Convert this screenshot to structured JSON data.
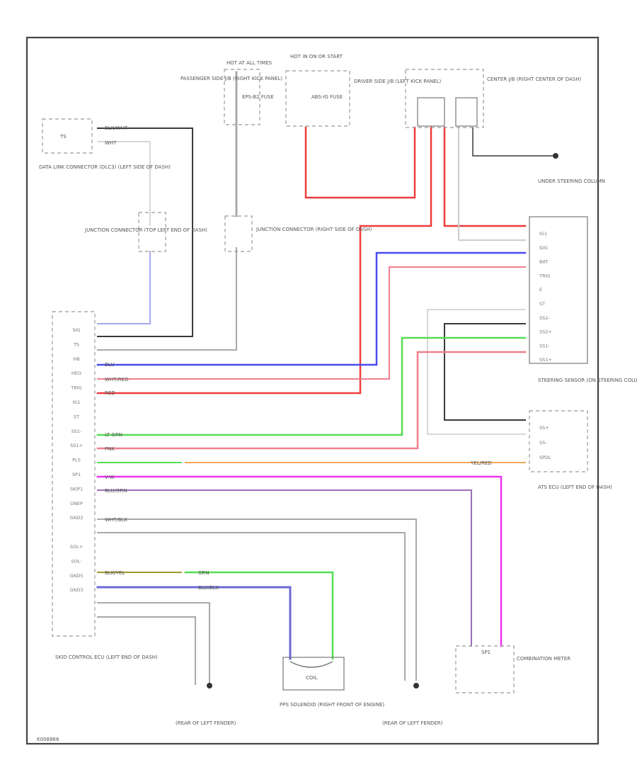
{
  "colors": {
    "red": "#ef3b3b",
    "pink": "#f07f8c",
    "blue": "#4a4af0",
    "lavender": "#a8a8f0",
    "black": "#3a3a3a",
    "gray": "#a9a9a9",
    "light_gray": "#cccccc",
    "green": "#55dd55",
    "orange": "#f2a85c",
    "magenta": "#ee33ee",
    "violet": "#9a6fb4",
    "purple": "#6a6ad6"
  },
  "labels": {
    "hot_at_times": "HOT AT ALL TIMES",
    "hot_in_on": "HOT IN ON OR START",
    "passenger_jb": "PASSENGER SIDE J/B (RIGHT KICK PANEL)",
    "epb_fuse": "EPS-B2 FUSE",
    "abs_fuse": "ABS-IG FUSE",
    "driver_jb": "DRIVER SIDE J/B (LEFT KICK PANEL)",
    "center_jb": "CENTER J/B (RIGHT CENTER OF DASH)",
    "dlc": "DATA LINK CONNECTOR (DLC3) (LEFT SIDE OF DASH)",
    "dlc_ts": "TS",
    "junction_left": "JUNCTION CONNECTOR (TOP LEFT END OF DASH)",
    "junction_right": "JUNCTION CONNECTOR (RIGHT SIDE OF DASH)",
    "under_column": "UNDER STEERING COLUMN",
    "steering_sensor": "STEERING SENSOR (ON STEERING COLUMN)",
    "ats_ecu": "ATS ECU (LEFT END OF DASH)",
    "skid_ecu": "SKID CONTROL ECU (LEFT END OF DASH)",
    "ground_left": "(REAR OF LEFT FENDER)",
    "solenoid": "PPS SOLENOID (RIGHT FRONT OF ENGINE)",
    "solenoid_coil": "COIL",
    "ground_right": "(REAR OF LEFT FENDER)",
    "meter": "COMBINATION METER",
    "meter_pin": "SP1",
    "doc_id": "K008868"
  },
  "skid_pins": [
    "SIG",
    "TS",
    "HB",
    "HEO",
    "TRIG",
    "IG1",
    "ST",
    "SS1-",
    "SS1+",
    "PLS",
    "SP1",
    "SKIP1",
    "GNEP",
    "GND2",
    "",
    "SOL+",
    "SOL-",
    "GND5",
    "GND3"
  ],
  "column_pins": [
    "IG1",
    "IDG",
    "BAT",
    "TRIG",
    "E",
    "ST",
    "SS2-",
    "SS2+",
    "SS1-",
    "SS1+"
  ],
  "ats_pins": [
    "SS+",
    "SS-",
    "SPDL"
  ],
  "wires": {
    "ts": "BLK/WHT",
    "white": "WHT",
    "red": "RED",
    "blue": "BLU",
    "wht_red": "WHT/RED",
    "lt_grn": "LT GRN",
    "pink": "PNK",
    "vel": "YEL/RED",
    "sp": "V-W",
    "skip": "BLU/ORN",
    "gnd_a": "WHT/BLK",
    "sol_plus": "BLK/YEL",
    "sol_minus": "BLU/BLK",
    "grn": "GRN"
  }
}
